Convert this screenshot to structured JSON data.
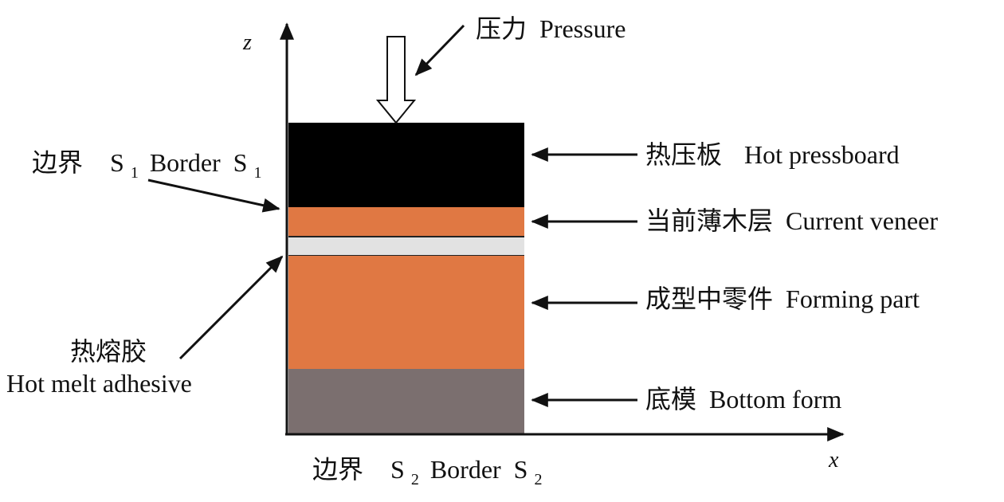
{
  "axes": {
    "z_label": "z",
    "x_label": "x"
  },
  "pressure": {
    "cn": "压力",
    "en": "Pressure"
  },
  "hot_pressboard": {
    "cn": "热压板",
    "en": "Hot pressboard",
    "color": "#000000"
  },
  "current_veneer": {
    "cn": "当前薄木层",
    "en": "Current veneer",
    "color": "#E07843"
  },
  "hot_melt_adhesive": {
    "cn": "热熔胶",
    "en": "Hot melt adhesive",
    "color": "#E2E2E2"
  },
  "forming_part": {
    "cn": "成型中零件",
    "en": "Forming part",
    "color": "#E07843"
  },
  "bottom_form": {
    "cn": "底模",
    "en": "Bottom form",
    "color": "#7B6F6F"
  },
  "border_s1": {
    "cn": "边界",
    "sym": "S",
    "sub": "1",
    "en": "Border",
    "sym2": "S",
    "sub2": "1"
  },
  "border_s2": {
    "cn": "边界",
    "sym": "S",
    "sub": "2",
    "en": "Border",
    "sym2": "S",
    "sub2": "2"
  }
}
